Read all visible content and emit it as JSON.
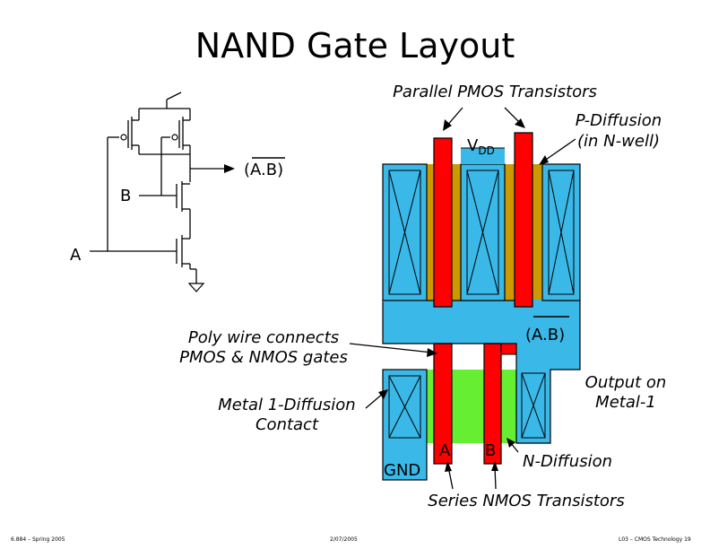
{
  "title": "NAND Gate Layout",
  "labels": {
    "parallel_pmos": "Parallel PMOS Transistors",
    "p_diffusion_line1": "P-Diffusion",
    "p_diffusion_line2": "(in N-well)",
    "vdd_main": "V",
    "vdd_sub": "DD",
    "out_schematic": "(A.B)",
    "input_b": "B",
    "input_a": "A",
    "poly_line1": "Poly wire connects",
    "poly_line2": "PMOS & NMOS gates",
    "out_layout": "(A.B)",
    "output_metal_line1": "Output on",
    "output_metal_line2": "Metal-1",
    "contact_line1": "Metal 1-Diffusion",
    "contact_line2": "Contact",
    "gnd": "GND",
    "gate_a": "A",
    "gate_b": "B",
    "n_diffusion": "N-Diffusion",
    "series_nmos": "Series NMOS Transistors"
  },
  "footer": {
    "left": "6.884 – Spring 2005",
    "center": "2/07/2005",
    "right": "L03 – CMOS Technology  19"
  },
  "colors": {
    "metal": "#3ab8e8",
    "poly": "#ff0000",
    "p_diffusion": "#cc9900",
    "n_diffusion": "#66ee33"
  }
}
